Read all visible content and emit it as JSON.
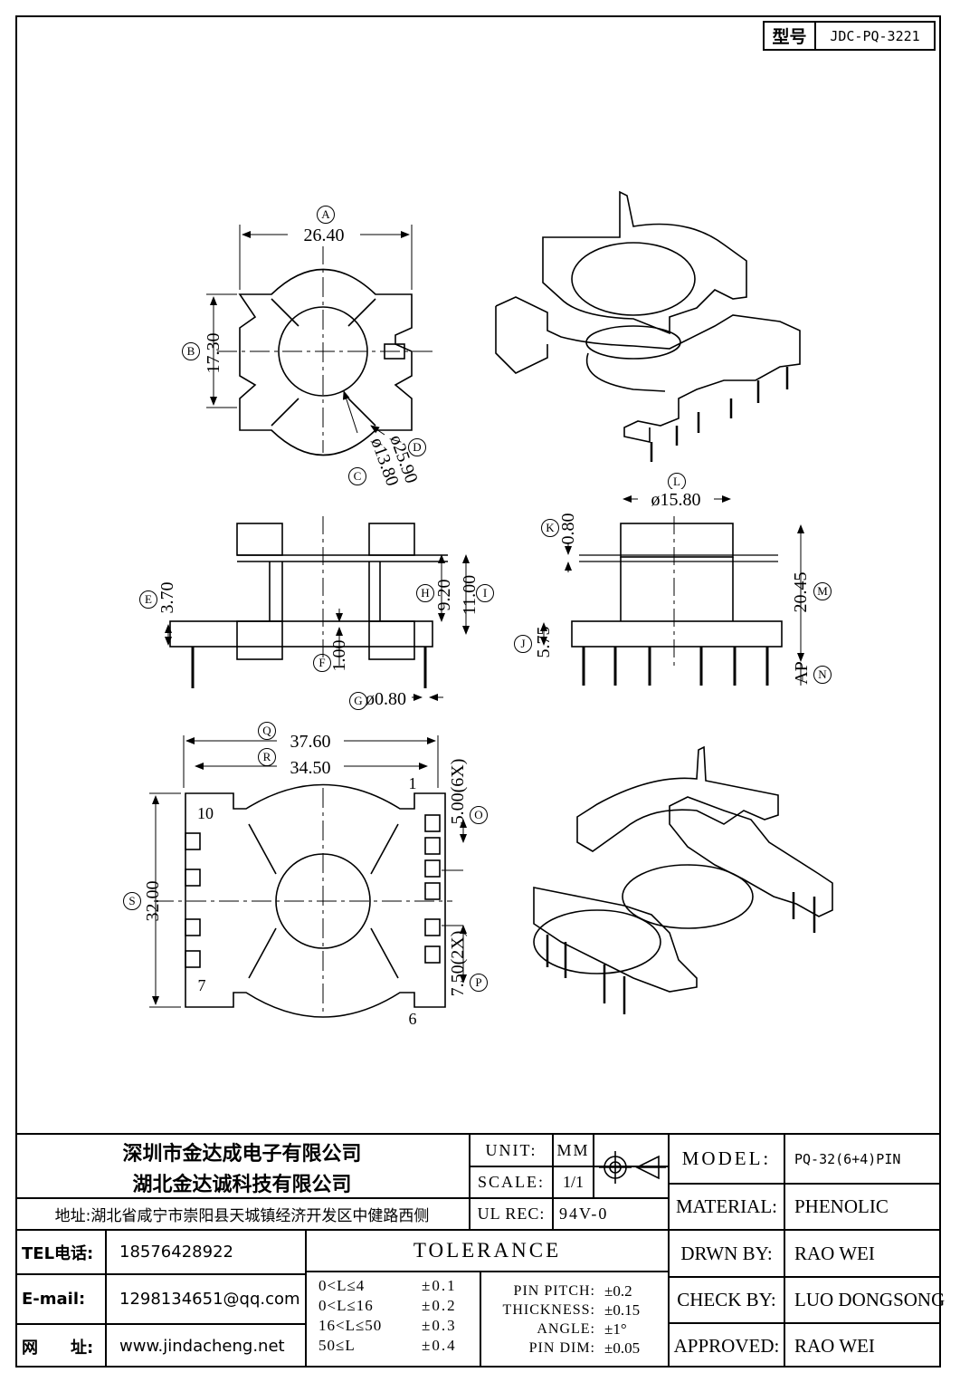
{
  "model_box": {
    "label": "型号",
    "value": "JDC-PQ-3221"
  },
  "drawing": {
    "dims": {
      "A": "A",
      "A_val": "26.40",
      "B": "B",
      "B_val": "17.30",
      "C": "C",
      "C_val": "ø13.80",
      "D": "D",
      "D_val": "ø25.90",
      "E": "E",
      "E_val": "3.70",
      "F": "F",
      "F_val": "1.00",
      "G": "G",
      "G_val": "ø0.80",
      "H": "H",
      "H_val": "9.20",
      "I": "I",
      "I_val": "11.00",
      "J": "J",
      "J_val": "5.75",
      "K": "K",
      "K_val": "0.80",
      "L": "L",
      "L_val": "ø15.80",
      "M": "M",
      "M_val": "20.45",
      "N": "N",
      "N_val": "AP",
      "O": "O",
      "O_val": "5.00(6X)",
      "P": "P",
      "P_val": "7.50(2X)",
      "Q": "Q",
      "Q_val": "37.60",
      "R": "R",
      "R_val": "34.50",
      "S": "S",
      "S_val": "32.00"
    },
    "pins": {
      "p1": "1",
      "p10": "10",
      "p7": "7",
      "p6": "6"
    }
  },
  "title_block": {
    "company1": "深圳市金达成电子有限公司",
    "company2": "湖北金达诚科技有限公司",
    "address": "地址:湖北省咸宁市崇阳县天城镇经济开发区中健路西侧",
    "tel_label": "TEL电话:",
    "tel": "18576428922",
    "email_label": "E-mail:",
    "email": "1298134651@qq.com",
    "web_label": "网　　址:",
    "web": "www.jindacheng.net",
    "unit_label": "UNIT:",
    "unit": "MM",
    "scale_label": "SCALE:",
    "scale": "1/1",
    "ulrec_label": "UL REC:",
    "ulrec": "94V-0",
    "tolerance_title": "TOLERANCE",
    "tolerance_rows": [
      {
        "range": "0<L≤4",
        "value": "±0.1"
      },
      {
        "range": "0<L≤16",
        "value": "±0.2"
      },
      {
        "range": "16<L≤50",
        "value": "±0.3"
      },
      {
        "range": "50≤L",
        "value": "±0.4"
      }
    ],
    "pin_tol_rows": [
      {
        "label": "PIN PITCH:",
        "value": "±0.2"
      },
      {
        "label": "THICKNESS:",
        "value": "±0.15"
      },
      {
        "label": "ANGLE:",
        "value": "±1°"
      },
      {
        "label": "PIN DIM:",
        "value": "±0.05"
      }
    ],
    "model_label": "MODEL:",
    "model": "PQ-32(6+4)PIN",
    "material_label": "MATERIAL:",
    "material": "PHENOLIC",
    "drawn_label": "DRWN BY:",
    "drawn": "RAO WEI",
    "check_label": "CHECK BY:",
    "check": "LUO DONGSONG",
    "approved_label": "APPROVED:",
    "approved": "RAO WEI"
  }
}
